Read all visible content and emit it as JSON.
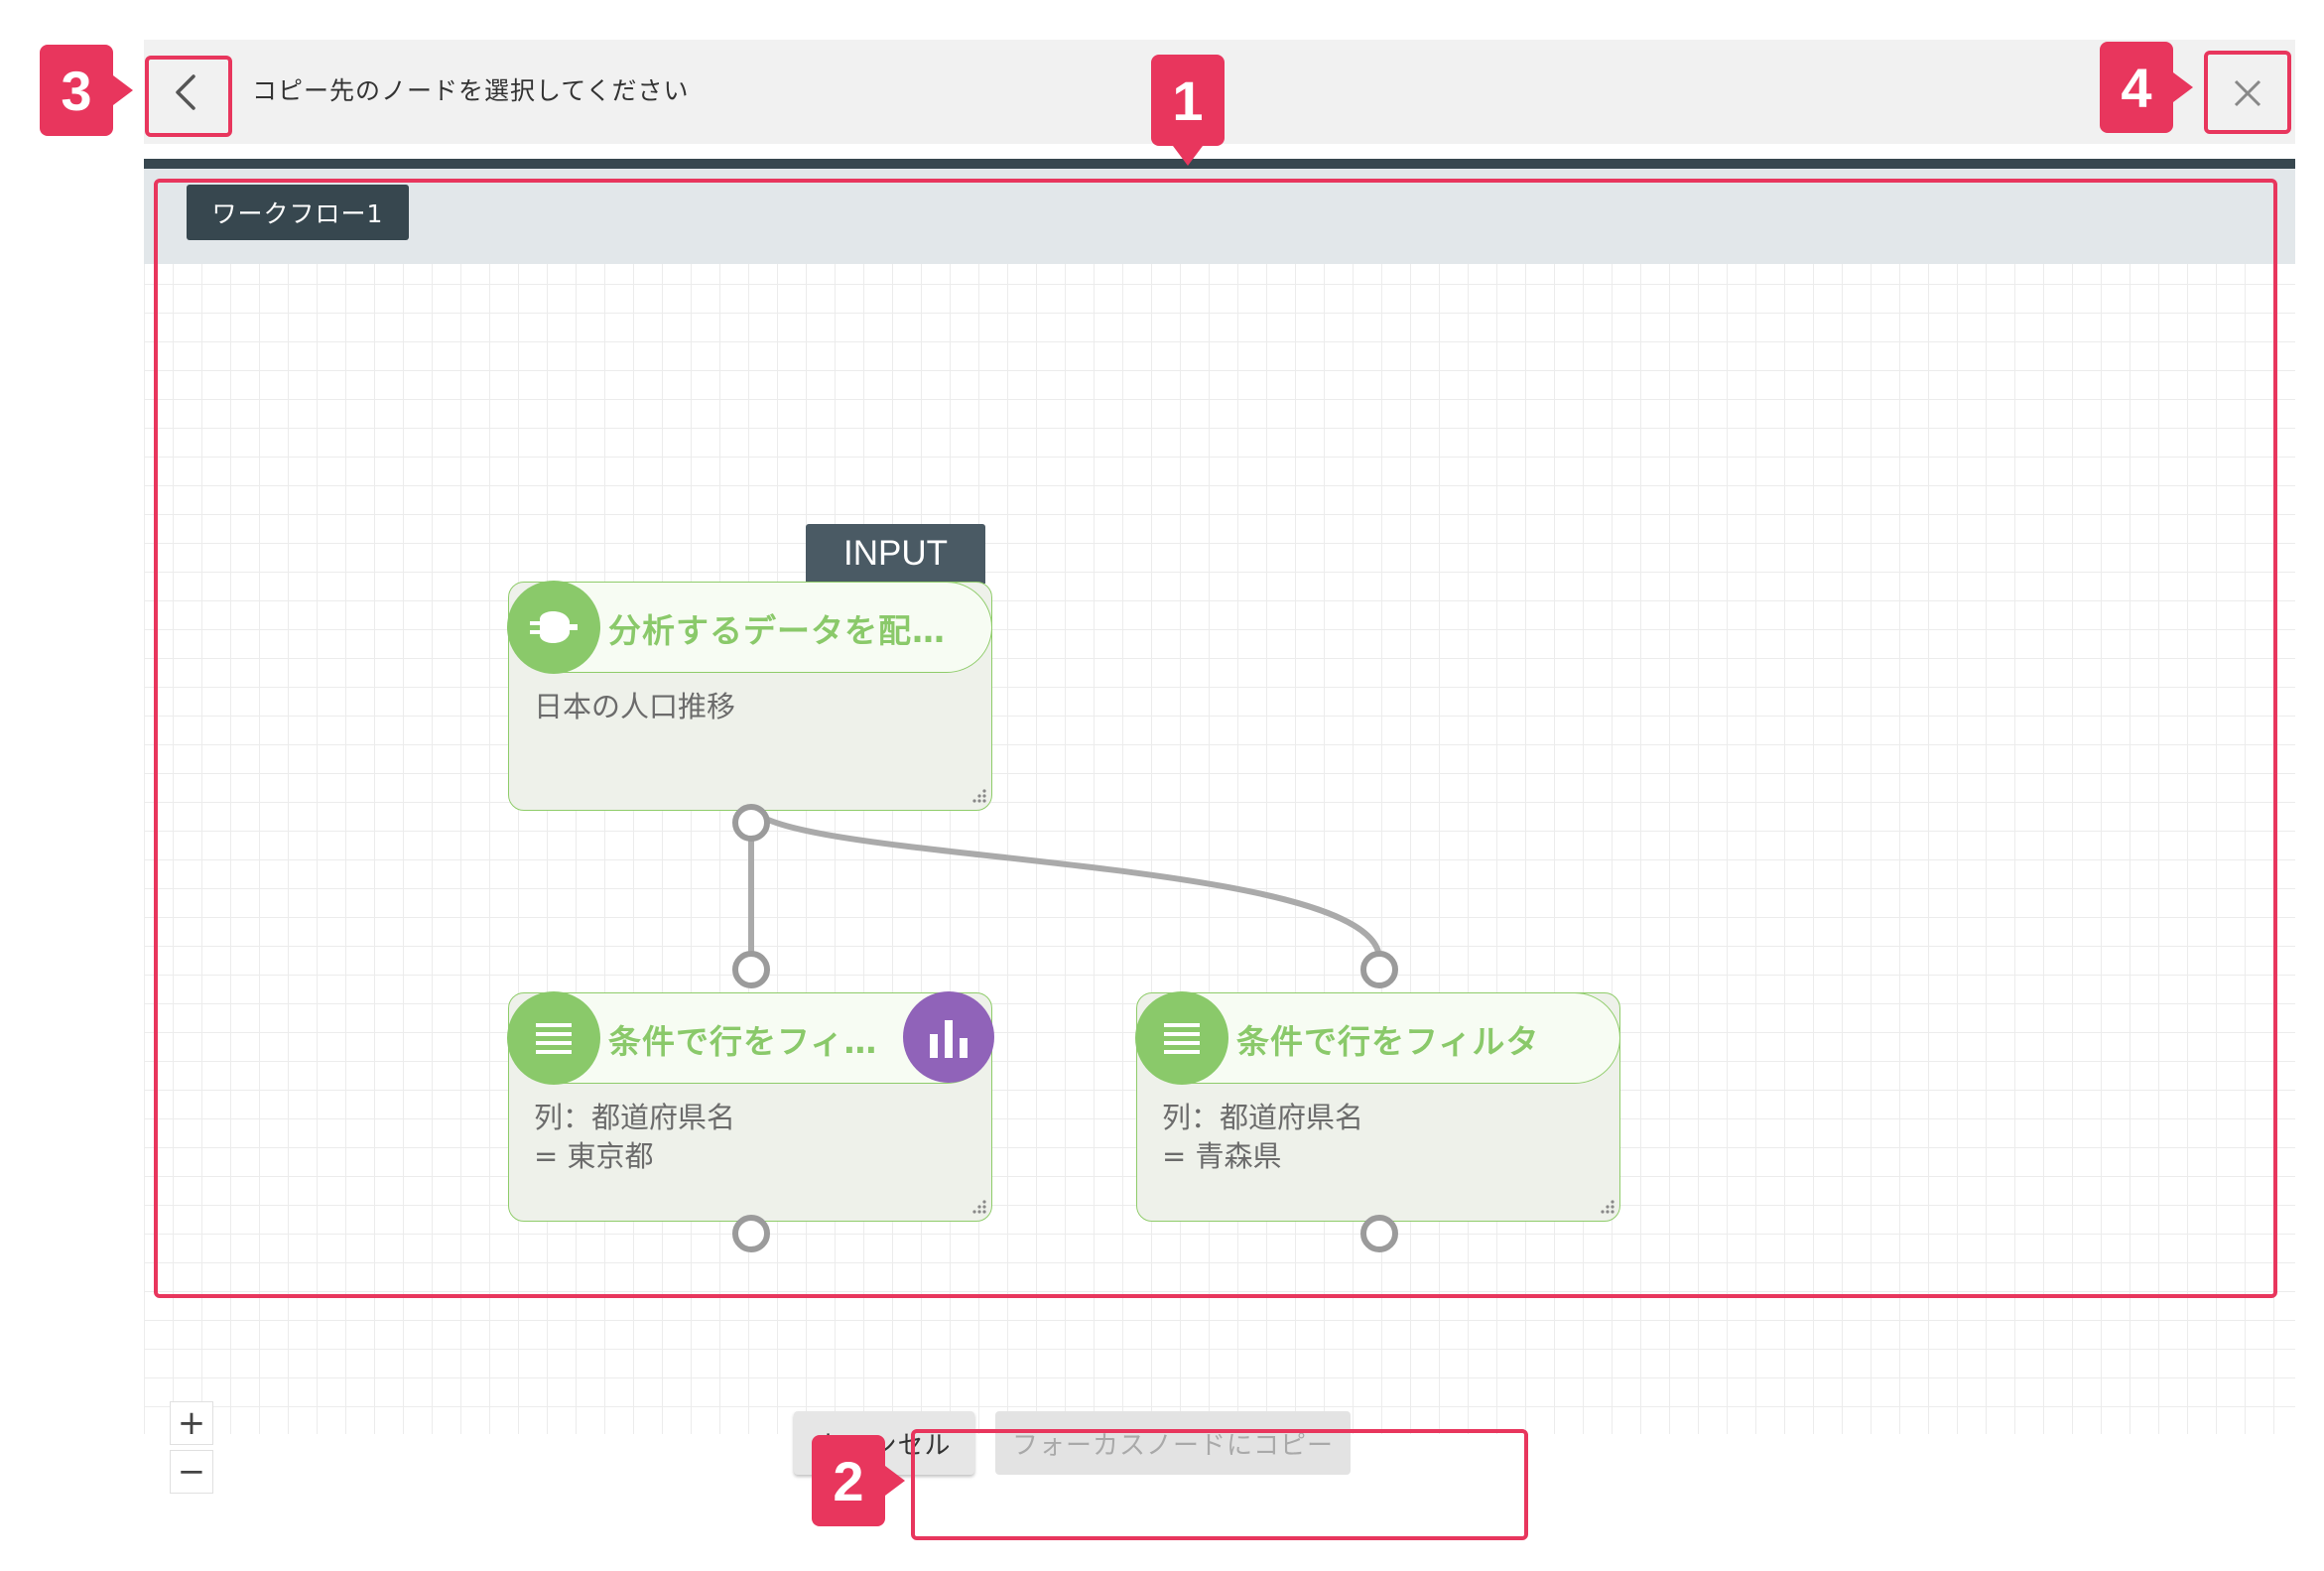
{
  "header": {
    "title": "コピー先のノードを選択してください",
    "back_icon": "chevron-left-icon",
    "close_icon": "close-icon"
  },
  "workflow": {
    "tab_label": "ワークフロー1"
  },
  "nodes": [
    {
      "title": "分析するデータを配…",
      "body": "日本の人口推移",
      "label": "INPUT",
      "icon": "plug-icon"
    },
    {
      "title": "条件で行をフィ…",
      "body": "列：都道府県名\n= 東京都",
      "icon": "list-icon",
      "badge_icon": "bar-chart-icon"
    },
    {
      "title": "条件で行をフィルタ",
      "body": "列：都道府県名\n= 青森県",
      "icon": "list-icon"
    }
  ],
  "zoom": {
    "in_label": "+",
    "out_label": "−"
  },
  "footer": {
    "cancel_label": "キャンセル",
    "copy_label": "フォーカスノードにコピー"
  },
  "annotations": [
    "1",
    "2",
    "3",
    "4"
  ],
  "colors": {
    "highlight": "#e8365d",
    "node_green": "#8ac96a",
    "chart_purple": "#9063b9",
    "dark_bar": "#37474f"
  }
}
